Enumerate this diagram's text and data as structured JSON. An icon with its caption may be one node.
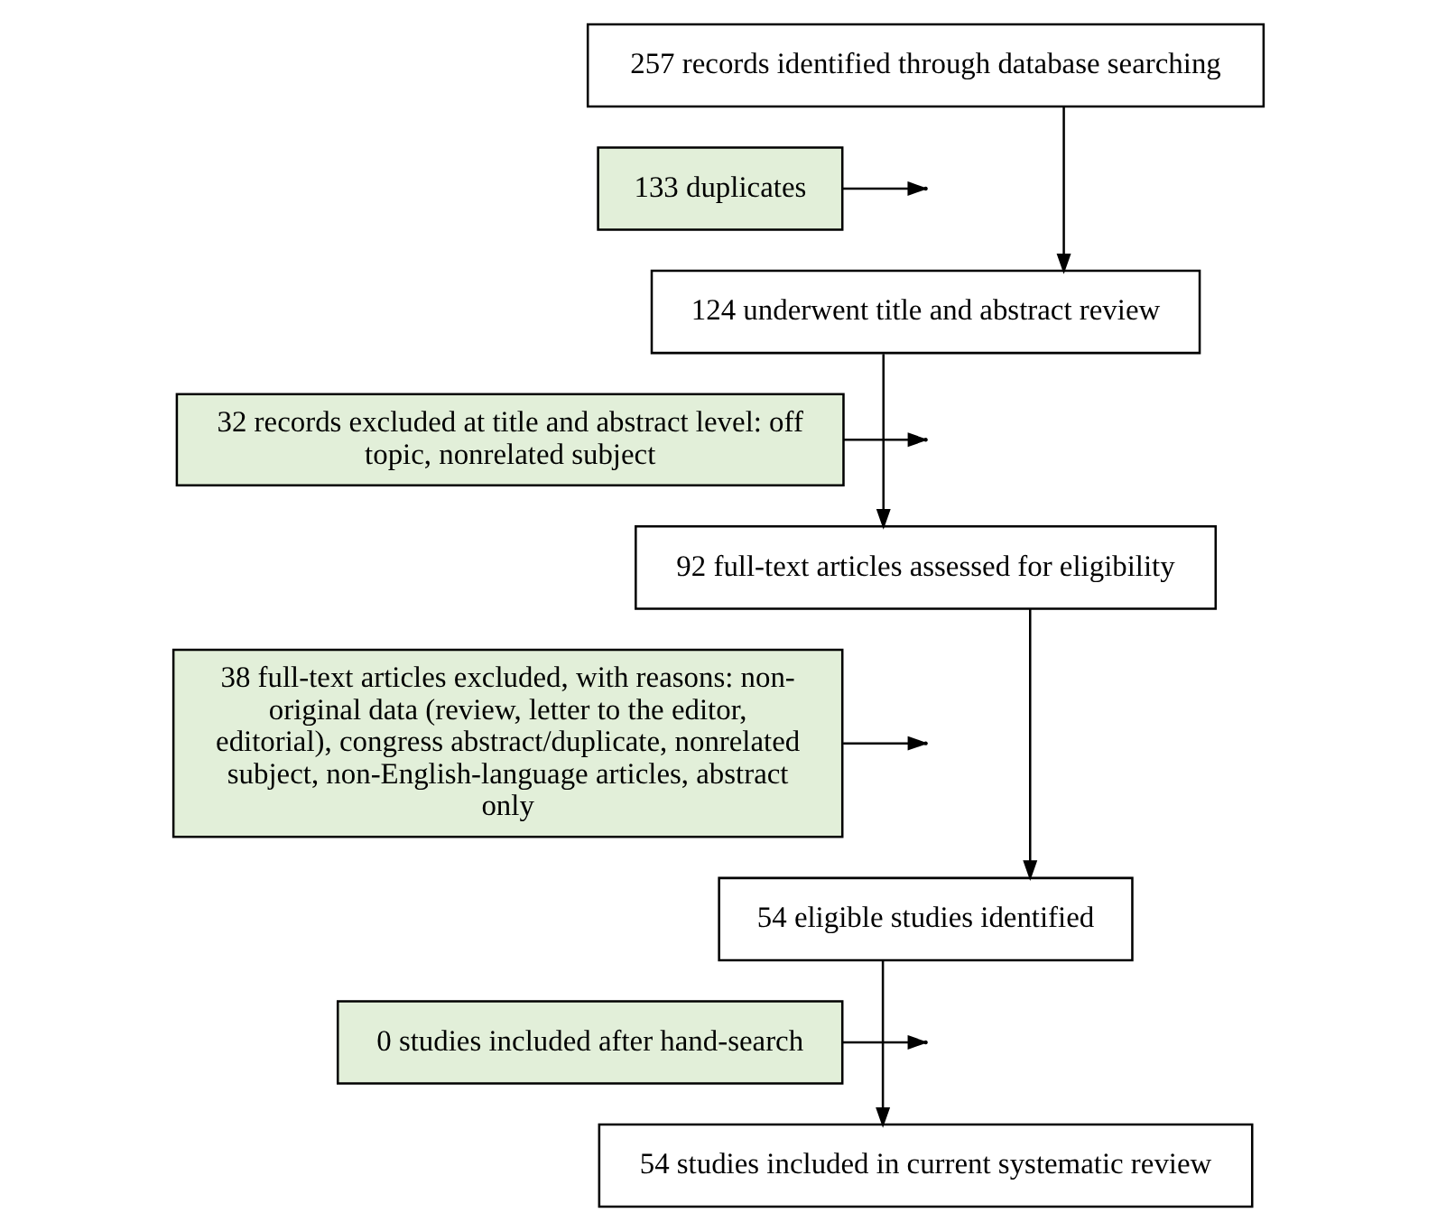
{
  "diagram": {
    "nodes": [
      {
        "text": [
          "257 records identified through database searching"
        ]
      },
      {
        "text": [
          "133 duplicates"
        ]
      },
      {
        "text": [
          "124 underwent title and abstract review"
        ]
      },
      {
        "text": [
          "32 records excluded at title and abstract level: off topic, nonrelated subject"
        ]
      },
      {
        "text": [
          "92 full-text articles assessed for eligibility"
        ]
      },
      {
        "text": [
          "38 full-text articles excluded, with reasons: non-original data (review, letter to the editor, editorial), congress abstract/duplicate, nonrelated subject, non-English-language articles, abstract only"
        ]
      },
      {
        "text": [
          "54 eligible studies identified"
        ]
      },
      {
        "text": [
          "0 studies included after hand-search"
        ]
      },
      {
        "text": [
          "54 studies included in current systematic review"
        ]
      }
    ],
    "edges": [
      {
        "from": 0,
        "to": 2,
        "arrow": "to"
      },
      {
        "from": 1,
        "to": null,
        "arrow": "to"
      },
      {
        "from": 2,
        "to": 4,
        "arrow": "to"
      },
      {
        "from": 3,
        "to": null,
        "arrow": "to"
      },
      {
        "from": 4,
        "to": 6,
        "arrow": "to"
      },
      {
        "from": 5,
        "to": null,
        "arrow": "to"
      },
      {
        "from": 6,
        "to": 8,
        "arrow": "to"
      },
      {
        "from": 7,
        "to": null,
        "arrow": "to"
      }
    ]
  }
}
